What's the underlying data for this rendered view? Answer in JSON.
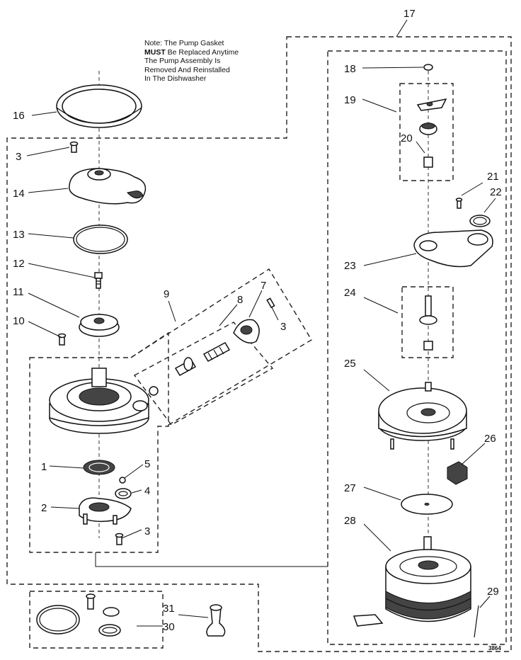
{
  "note": {
    "line1": "Note: The Pump Gasket",
    "line2_bold": "MUST",
    "line2_rest": " Be Replaced Anytime",
    "line3": "The Pump Assembly Is",
    "line4": "Removed And Reinstalled",
    "line5": "In The Dishwasher"
  },
  "callouts": [
    "1",
    "2",
    "3",
    "4",
    "5",
    "7",
    "8",
    "9",
    "10",
    "11",
    "12",
    "13",
    "14",
    "16",
    "17",
    "18",
    "19",
    "20",
    "21",
    "22",
    "23",
    "24",
    "25",
    "26",
    "27",
    "28",
    "29",
    "30",
    "31"
  ],
  "labels": {
    "c1": "1",
    "c2": "2",
    "c3a": "3",
    "c3b": "3",
    "c3c": "3",
    "c4": "4",
    "c5": "5",
    "c7": "7",
    "c8": "8",
    "c9": "9",
    "c10": "10",
    "c11": "11",
    "c12": "12",
    "c13": "13",
    "c14": "14",
    "c16": "16",
    "c17": "17",
    "c18": "18",
    "c19": "19",
    "c20": "20",
    "c21": "21",
    "c22": "22",
    "c23": "23",
    "c24": "24",
    "c25": "25",
    "c26": "26",
    "c27": "27",
    "c28": "28",
    "c29": "29",
    "c30": "30",
    "c31": "31"
  },
  "drawing_code": "3864"
}
